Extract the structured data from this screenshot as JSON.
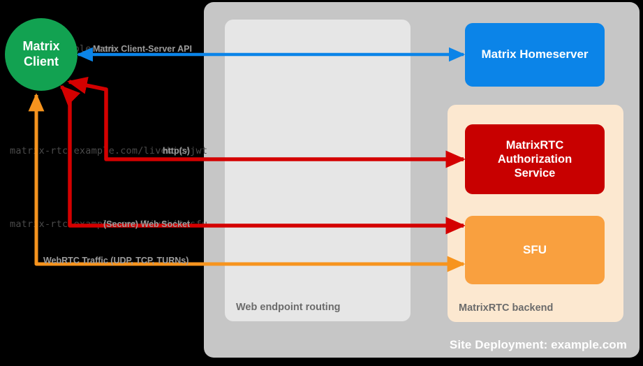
{
  "site": {
    "deployment_label": "Site Deployment: example.com",
    "bg_color": "#c6c6c6"
  },
  "routing_panel": {
    "label": "Web endpoint routing",
    "bg_color": "#e6e6e6",
    "endpoints": [
      {
        "url": "matrix.example.com"
      },
      {
        "url": "matrix-rtc.example.com/livekit/jwt"
      },
      {
        "url": "matrix-rtc.example.com/livekit/sfu"
      }
    ]
  },
  "backend_panel": {
    "label": "MatrixRTC backend",
    "bg_color": "#fce8d0"
  },
  "nodes": {
    "client": {
      "line1": "Matrix",
      "line2": "Client",
      "color": "#12a251"
    },
    "homeserver": {
      "label": "Matrix Homeserver",
      "color": "#0b84e8"
    },
    "auth_service": {
      "line1": "MatrixRTC",
      "line2": "Authorization",
      "line3": "Service",
      "color": "#c80000"
    },
    "sfu": {
      "label": "SFU",
      "color": "#f9a03f"
    }
  },
  "edges": [
    {
      "id": "client-server-api",
      "label": "Matrix Client-Server API",
      "color": "#0b84e8",
      "endpoint": "matrix.example.com"
    },
    {
      "id": "https-jwt",
      "label": "http(s)",
      "color": "#d40000",
      "endpoint": "matrix-rtc.example.com/livekit/jwt"
    },
    {
      "id": "secure-websocket",
      "label": "(Secure) Web Socket",
      "color": "#d40000",
      "endpoint": "matrix-rtc.example.com/livekit/sfu"
    },
    {
      "id": "webrtc-traffic",
      "label": "WebRTC Traffic (UDP, TCP, TURNs)",
      "color": "#f7941e",
      "endpoint": "SFU"
    }
  ]
}
